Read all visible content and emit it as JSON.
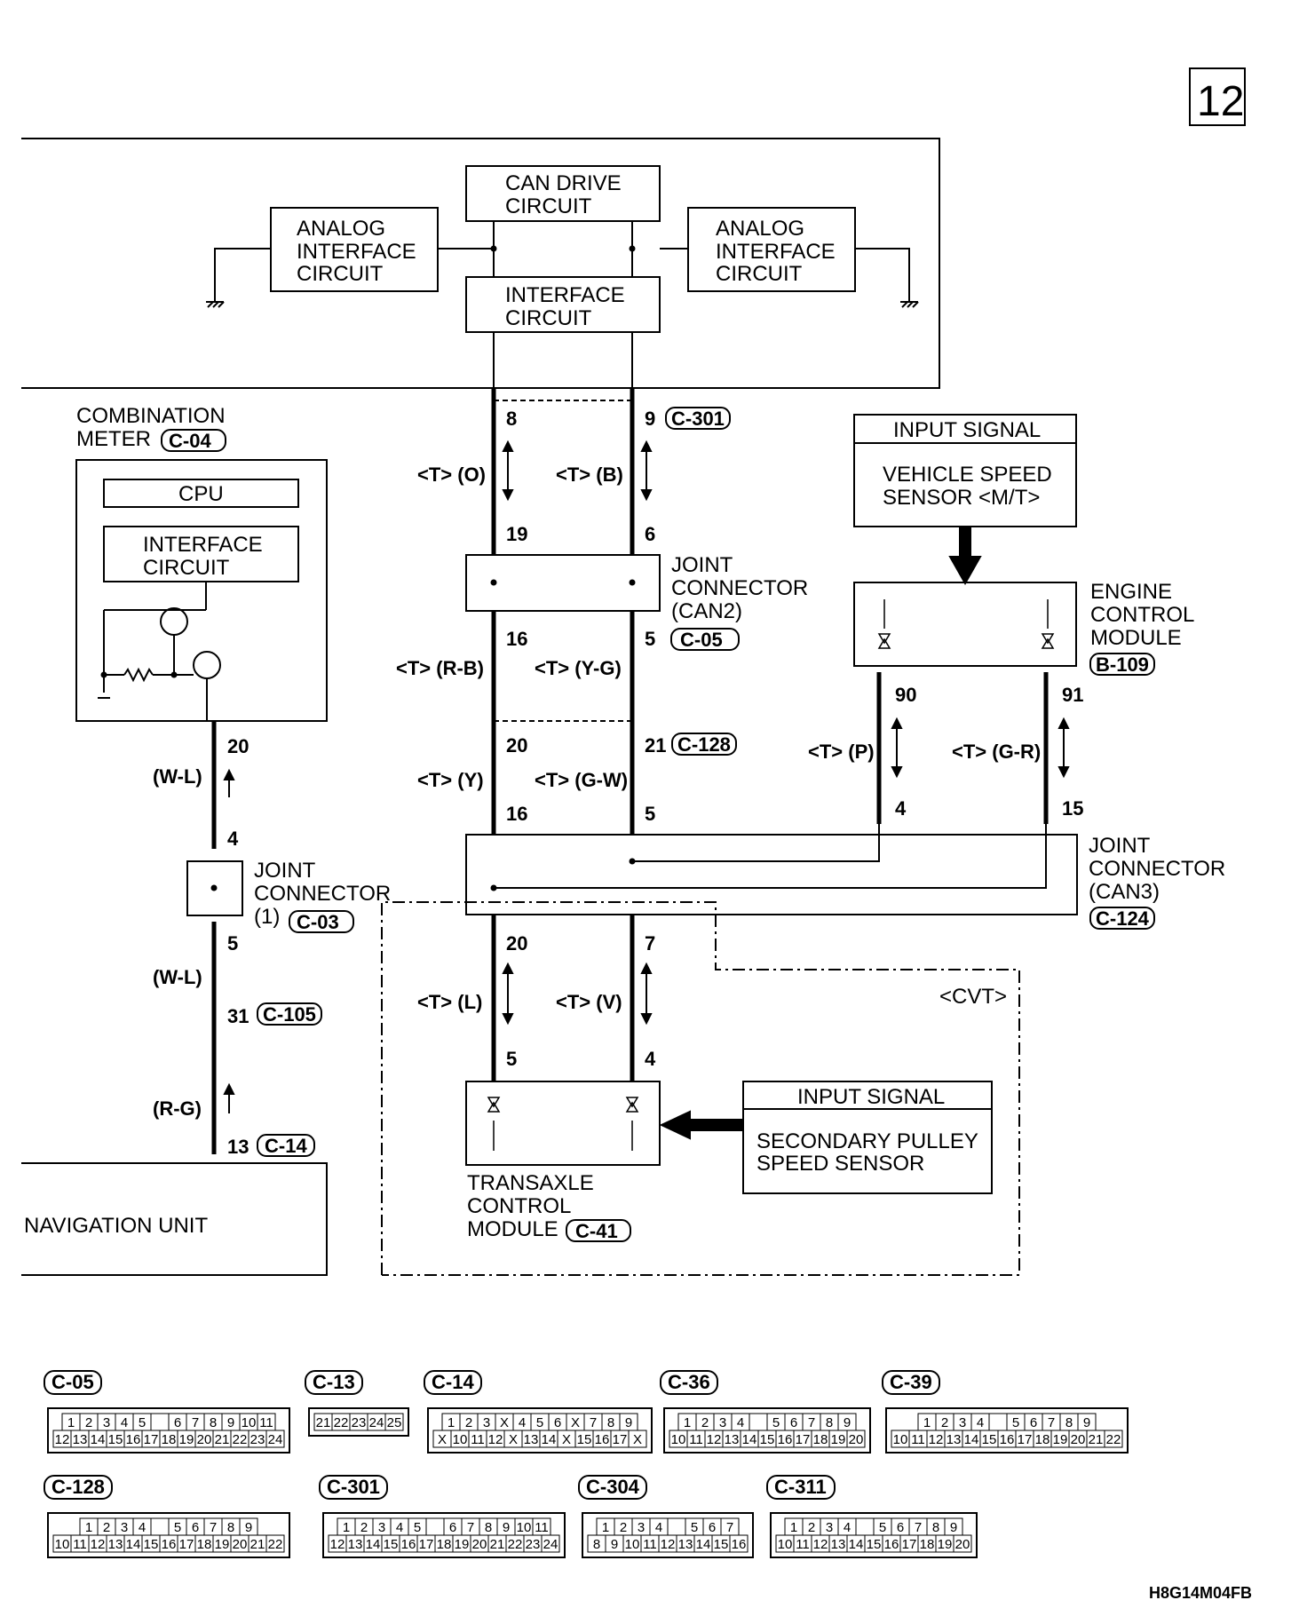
{
  "page_number": "12",
  "diagram_code": "H8G14M04FB",
  "blocks": {
    "can_drive": [
      "CAN DRIVE",
      "CIRCUIT"
    ],
    "analog_left": [
      "ANALOG",
      "INTERFACE",
      "CIRCUIT"
    ],
    "analog_right": [
      "ANALOG",
      "INTERFACE",
      "CIRCUIT"
    ],
    "interface_top": [
      "INTERFACE",
      "CIRCUIT"
    ],
    "combination_meter": [
      "COMBINATION",
      "METER"
    ],
    "cpu": "CPU",
    "meter_interface": [
      "INTERFACE",
      "CIRCUIT"
    ],
    "input_signal_1": "INPUT SIGNAL",
    "vss": [
      "VEHICLE SPEED",
      "SENSOR <M/T>"
    ],
    "ecm": [
      "ENGINE",
      "CONTROL",
      "MODULE"
    ],
    "joint_can2": [
      "JOINT",
      "CONNECTOR",
      "(CAN2)"
    ],
    "joint_can3": [
      "JOINT",
      "CONNECTOR",
      "(CAN3)"
    ],
    "joint_1": [
      "JOINT",
      "CONNECTOR",
      "(1)"
    ],
    "tcm": [
      "TRANSAXLE",
      "CONTROL",
      "MODULE"
    ],
    "input_signal_2": "INPUT SIGNAL",
    "sps": [
      "SECONDARY PULLEY",
      "SPEED SENSOR"
    ],
    "navigation": "NAVIGATION UNIT",
    "cvt": "<CVT>"
  },
  "connectors": {
    "c301": "C-301",
    "c04": "C-04",
    "c05": "C-05",
    "b109": "B-109",
    "c128": "C-128",
    "c124": "C-124",
    "c03": "C-03",
    "c105": "C-105",
    "c14": "C-14",
    "c41": "C-41"
  },
  "pins": {
    "p8": "8",
    "p9": "9",
    "p19": "19",
    "p6": "6",
    "p16a": "16",
    "p5a": "5",
    "p20a": "20",
    "p21": "21",
    "p16b": "16",
    "p5b": "5",
    "p20b": "20",
    "p7": "7",
    "p5c": "5",
    "p4c": "4",
    "p90": "90",
    "p91": "91",
    "p4": "4",
    "p15": "15",
    "m20": "20",
    "m4": "4",
    "m5": "5",
    "m31": "31",
    "m13": "13"
  },
  "wires": {
    "w1l": "<T> (O)",
    "w1r": "<T> (B)",
    "w2l": "<T> (R-B)",
    "w2r": "<T> (Y-G)",
    "w3l": "<T> (Y)",
    "w3r": "<T> (G-W)",
    "w4l": "<T> (L)",
    "w4r": "<T> (V)",
    "w5l": "<T> (P)",
    "w5r": "<T> (G-R)",
    "m1": "(W-L)",
    "m2": "(W-L)",
    "m3": "(R-G)"
  },
  "legend": [
    {
      "id": "C-05",
      "rows": [
        [
          "1",
          "2",
          "3",
          "4",
          "5",
          "",
          "6",
          "7",
          "8",
          "9",
          "10",
          "11"
        ],
        [
          "12",
          "13",
          "14",
          "15",
          "16",
          "17",
          "18",
          "19",
          "20",
          "21",
          "22",
          "23",
          "24"
        ]
      ]
    },
    {
      "id": "C-13",
      "rows": [
        [
          "21",
          "22",
          "23",
          "24",
          "25"
        ]
      ]
    },
    {
      "id": "C-14",
      "rows": [
        [
          "1",
          "2",
          "3",
          "X",
          "4",
          "5",
          "6",
          "X",
          "7",
          "8",
          "9"
        ],
        [
          "X",
          "10",
          "11",
          "12",
          "X",
          "13",
          "14",
          "X",
          "15",
          "16",
          "17",
          "X"
        ]
      ]
    },
    {
      "id": "C-36",
      "rows": [
        [
          "1",
          "2",
          "3",
          "4",
          "",
          "5",
          "6",
          "7",
          "8",
          "9"
        ],
        [
          "10",
          "11",
          "12",
          "13",
          "14",
          "15",
          "16",
          "17",
          "18",
          "19",
          "20"
        ]
      ]
    },
    {
      "id": "C-39",
      "rows": [
        [
          "1",
          "2",
          "3",
          "4",
          "",
          "5",
          "6",
          "7",
          "8",
          "9"
        ],
        [
          "10",
          "11",
          "12",
          "13",
          "14",
          "15",
          "16",
          "17",
          "18",
          "19",
          "20",
          "21",
          "22"
        ]
      ]
    },
    {
      "id": "C-128",
      "rows": [
        [
          "1",
          "2",
          "3",
          "4",
          "",
          "5",
          "6",
          "7",
          "8",
          "9"
        ],
        [
          "10",
          "11",
          "12",
          "13",
          "14",
          "15",
          "16",
          "17",
          "18",
          "19",
          "20",
          "21",
          "22"
        ]
      ]
    },
    {
      "id": "C-301",
      "rows": [
        [
          "1",
          "2",
          "3",
          "4",
          "5",
          "",
          "6",
          "7",
          "8",
          "9",
          "10",
          "11"
        ],
        [
          "12",
          "13",
          "14",
          "15",
          "16",
          "17",
          "18",
          "19",
          "20",
          "21",
          "22",
          "23",
          "24"
        ]
      ]
    },
    {
      "id": "C-304",
      "rows": [
        [
          "1",
          "2",
          "3",
          "4",
          "",
          "5",
          "6",
          "7"
        ],
        [
          "8",
          "9",
          "10",
          "11",
          "12",
          "13",
          "14",
          "15",
          "16"
        ]
      ]
    },
    {
      "id": "C-311",
      "rows": [
        [
          "1",
          "2",
          "3",
          "4",
          "",
          "5",
          "6",
          "7",
          "8",
          "9"
        ],
        [
          "10",
          "11",
          "12",
          "13",
          "14",
          "15",
          "16",
          "17",
          "18",
          "19",
          "20"
        ]
      ]
    }
  ]
}
